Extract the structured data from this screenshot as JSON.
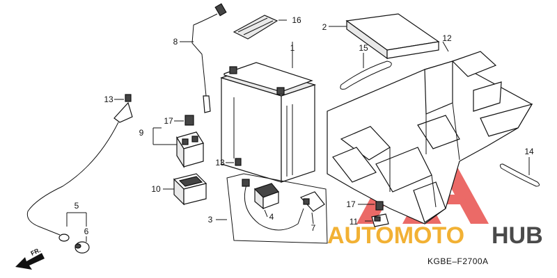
{
  "diagram": {
    "drawing_code": "KGBE–F2700A",
    "direction_label": "FR.",
    "callouts": {
      "p1": "1",
      "p2": "2",
      "p3": "3",
      "p4": "4",
      "p5": "5",
      "p6": "6",
      "p7": "7",
      "p8": "8",
      "p9": "9",
      "p10": "10",
      "p11": "11",
      "p12": "12",
      "p13a": "13",
      "p13b": "13",
      "p14": "14",
      "p15": "15",
      "p16": "16",
      "p17a": "17",
      "p17b": "17"
    }
  },
  "watermark": {
    "text_left": "AUTOMOTO",
    "text_right": "HUB",
    "color_left": "#f2b134",
    "color_right": "#4a4a4a",
    "logo_color": "#e53935"
  }
}
